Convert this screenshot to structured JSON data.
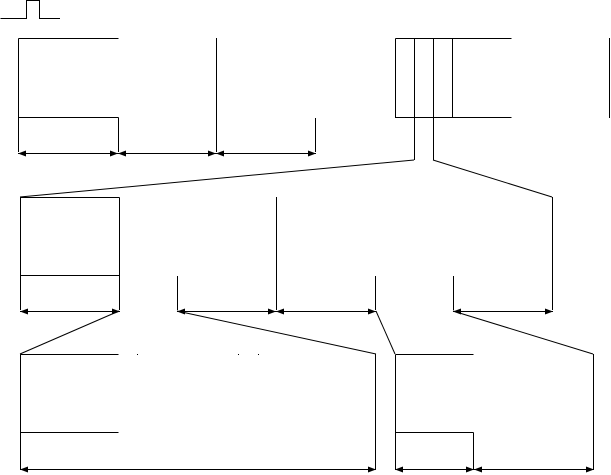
{
  "diagram": {
    "type": "hierarchical-zoom-timing-diagram",
    "levels": 3,
    "labels": [],
    "colors": {
      "stroke": "#000000",
      "background": "#ffffff"
    },
    "icons": {
      "corner_symbol": "pulse-waveform-icon",
      "dimension_marker": "double-headed-arrow"
    }
  }
}
